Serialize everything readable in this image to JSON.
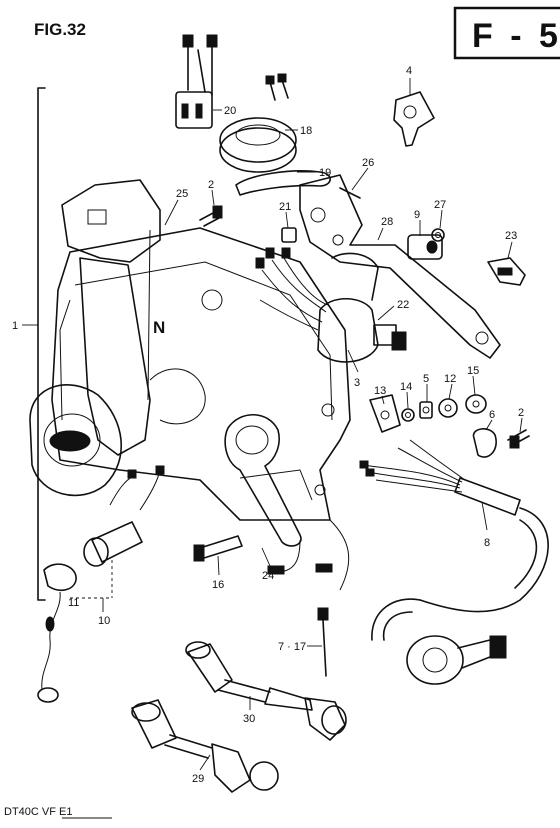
{
  "figure_label": "FIG.32",
  "section_code": "F - 5",
  "model_code": "DT40C VF E1",
  "diagram_subject": {
    "knob_letter": "N"
  },
  "callouts": [
    {
      "id": "c20",
      "label": "20"
    },
    {
      "id": "c4",
      "label": "4"
    },
    {
      "id": "c18",
      "label": "18"
    },
    {
      "id": "c19",
      "label": "19"
    },
    {
      "id": "c26",
      "label": "26"
    },
    {
      "id": "c25",
      "label": "25"
    },
    {
      "id": "c2a",
      "label": "2"
    },
    {
      "id": "c21",
      "label": "21"
    },
    {
      "id": "c28",
      "label": "28"
    },
    {
      "id": "c9",
      "label": "9"
    },
    {
      "id": "c27",
      "label": "27"
    },
    {
      "id": "c23",
      "label": "23"
    },
    {
      "id": "c1",
      "label": "1"
    },
    {
      "id": "c22",
      "label": "22"
    },
    {
      "id": "c3",
      "label": "3"
    },
    {
      "id": "c13",
      "label": "13"
    },
    {
      "id": "c14",
      "label": "14"
    },
    {
      "id": "c5",
      "label": "5"
    },
    {
      "id": "c12",
      "label": "12"
    },
    {
      "id": "c15",
      "label": "15"
    },
    {
      "id": "c6",
      "label": "6"
    },
    {
      "id": "c2b",
      "label": "2"
    },
    {
      "id": "c8",
      "label": "8"
    },
    {
      "id": "c24",
      "label": "24"
    },
    {
      "id": "c16",
      "label": "16"
    },
    {
      "id": "c11",
      "label": "11"
    },
    {
      "id": "c10",
      "label": "10"
    },
    {
      "id": "c717",
      "label": "7 · 17"
    },
    {
      "id": "c30",
      "label": "30"
    },
    {
      "id": "c29",
      "label": "29"
    }
  ]
}
